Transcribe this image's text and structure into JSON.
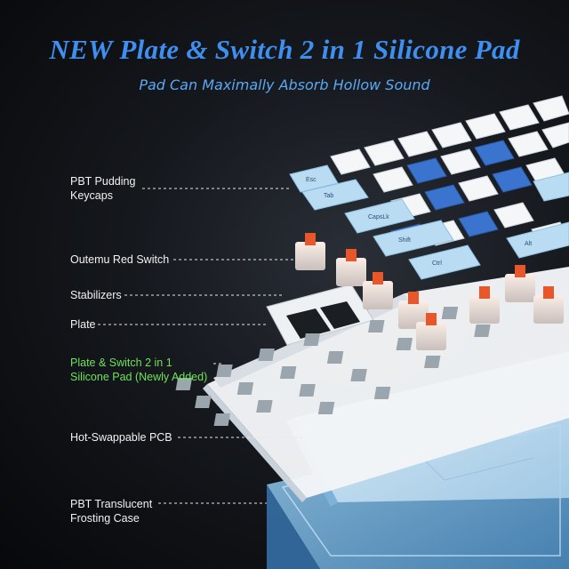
{
  "header": {
    "title": "NEW Plate & Switch 2 in 1 Silicone Pad",
    "subtitle": "Pad Can Maximally Absorb Hollow Sound"
  },
  "labels": {
    "keycaps": {
      "line1": "PBT Pudding",
      "line2": "Keycaps"
    },
    "switch": "Outemu Red Switch",
    "stabilizers": "Stabilizers",
    "plate": "Plate",
    "silicone_pad": {
      "line1": "Plate & Switch 2 in 1",
      "line2": "Silicone Pad (Newly Added)"
    },
    "pcb": "Hot-Swappable PCB",
    "case": {
      "line1": "PBT Translucent",
      "line2": "Frosting Case"
    }
  },
  "keycap_legends": {
    "esc": "Esc",
    "tab": "Tab",
    "caps": "CapsLk",
    "shift": "Shift",
    "ctrl": "Ctrl",
    "alt": "Alt"
  },
  "colors": {
    "title": "#3f8ff0",
    "subtitle": "#5aa8f5",
    "label_text": "#f2f2f2",
    "highlight_text": "#6fe35a",
    "keycap_white": "#f4f6f8",
    "keycap_light_blue": "#b9dcf3",
    "keycap_blue": "#3b74cf",
    "switch_orange": "#e8562a",
    "case_blue": "#7fbfe8"
  }
}
